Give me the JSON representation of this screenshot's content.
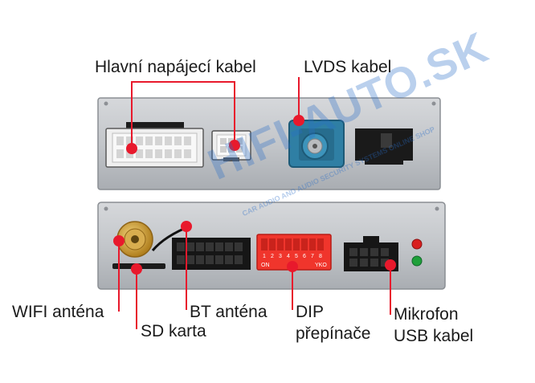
{
  "labels": {
    "main_power": "Hlavní napájecí kabel",
    "lvds": "LVDS kabel",
    "wifi": "WIFI anténa",
    "sd": "SD karta",
    "bt": "BT anténa",
    "dip_line1": "DIP",
    "dip_line2": "přepínače",
    "mic_line1": "Mikrofon",
    "mic_line2": "USB kabel"
  },
  "dip_switch": {
    "numbers": [
      "1",
      "2",
      "3",
      "4",
      "5",
      "6",
      "7",
      "8"
    ],
    "on_text": "ON",
    "side_text": "YKO"
  },
  "watermark": {
    "text": "HIFI-AUTO.SK",
    "subtext": "CAR AUDIO AND AUDIO SECURITY SYSTEMS ONLINE SHOP"
  },
  "colors": {
    "annotation": "#e8192c",
    "body": "#bfc2c6",
    "dip": "#f0352c",
    "lvds": "#2f7fa4",
    "led_red": "#d91f1f",
    "led_green": "#1fa03a"
  }
}
